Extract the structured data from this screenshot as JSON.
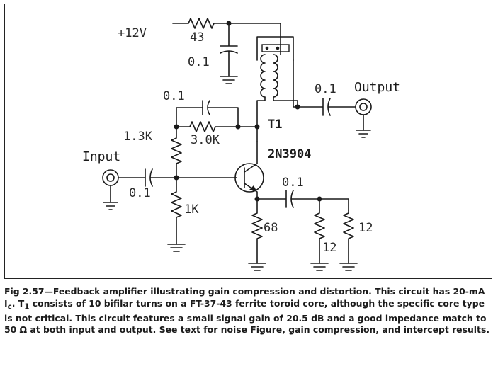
{
  "diagram": {
    "supply_label": "+12V",
    "r_supply": "43",
    "c_bypass": "0.1",
    "c_feedback": "0.1",
    "r_feedback_series": "3.0K",
    "r_bias_upper": "1.3K",
    "r_bias_lower": "1K",
    "c_input": "0.1",
    "c_output": "0.1",
    "c_emitter_coupling": "0.1",
    "r_emitter": "68",
    "r_load_a": "12",
    "r_load_b": "12",
    "transformer_label": "T1",
    "transistor_label": "2N3904",
    "input_label": "Input",
    "output_label": "Output"
  },
  "caption": {
    "before_ic": "Fig 2.57—Feedback amplifier illustrating gain compression and distortion. This circuit has 20-mA I",
    "ic_subscript": "c",
    "middle": ". T",
    "t1_subscript": "1",
    "after_t1": " consists of 10 bifilar turns on a FT-37-43 ferrite toroid core, although the specific core type is not critical. This circuit features a small signal gain of 20.5 dB and a good impedance match to 50 Ω at both input and output. See text for noise Figure, gain compression, and intercept results."
  }
}
